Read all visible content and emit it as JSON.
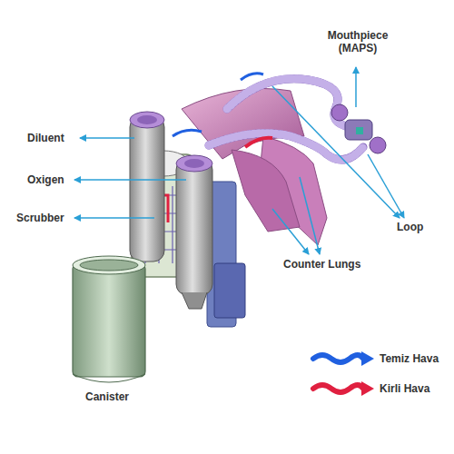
{
  "diagram": {
    "labels": [
      "Mouthpiece (MAPS)",
      "Diluent",
      "Oxigen",
      "Scrubber",
      "Loop",
      "Counter Lungs",
      "Canister"
    ],
    "legend": [
      {
        "text": "Temiz Hava",
        "color": "#2060e0"
      },
      {
        "text": "Kirli Hava",
        "color": "#e02040"
      }
    ]
  }
}
